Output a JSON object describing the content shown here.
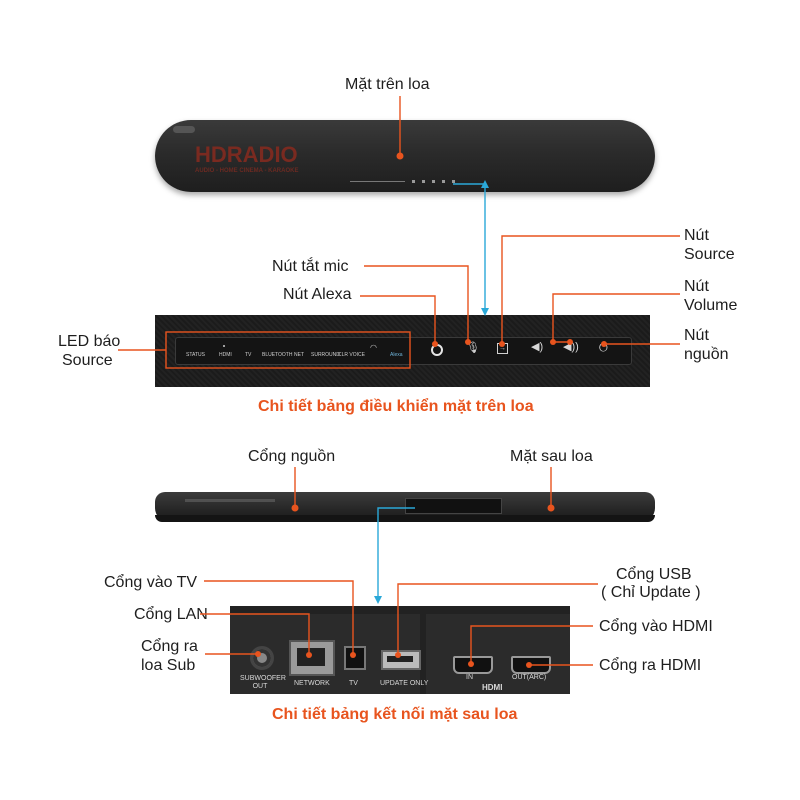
{
  "top": {
    "title_label": "Mặt trên loa",
    "logo_text": "HDRADIO",
    "logo_sub": "AUDIO - HOME CINEMA - KARAOKE"
  },
  "control_panel": {
    "led_label_line1": "LED báo",
    "led_label_line2": "Source",
    "mic_label": "Nút tắt mic",
    "alexa_label": "Nút Alexa",
    "source_label_line1": "Nút",
    "source_label_line2": "Source",
    "volume_label_line1": "Nút",
    "volume_label_line2": "Volume",
    "power_label_line1": "Nút",
    "power_label_line2": "nguồn",
    "led_items": [
      "STATUS",
      "HDMI",
      "TV",
      "BLUETOOTH",
      "NET",
      "SURROUND",
      "CLR VOICE",
      "Alexa"
    ],
    "caption": "Chi tiết bảng điều khiển mặt trên loa"
  },
  "back": {
    "power_port_label": "Cổng nguồn",
    "rear_label": "Mặt sau loa"
  },
  "connection_panel": {
    "tv_in_label": "Cổng vào TV",
    "lan_label": "Cổng LAN",
    "sub_label_line1": "Cổng ra",
    "sub_label_line2": "loa Sub",
    "usb_label_line1": "Cổng USB",
    "usb_label_line2": "( Chỉ Update )",
    "hdmi_in_label": "Cổng vào HDMI",
    "hdmi_out_label": "Cổng ra HDMI",
    "port_subwoofer": "SUBWOOFER OUT",
    "port_network": "NETWORK",
    "port_tv": "TV",
    "port_update": "UPDATE ONLY",
    "port_hdmi_in": "IN",
    "port_hdmi_out": "OUT(ARC)",
    "hdmi_group": "HDMI",
    "caption": "Chi tiết bảng kết nối mặt sau loa"
  },
  "colors": {
    "callout_line": "#e8541e",
    "connector_line": "#2aa8d8",
    "caption": "#e8541e",
    "device": "#2a2a2a"
  }
}
